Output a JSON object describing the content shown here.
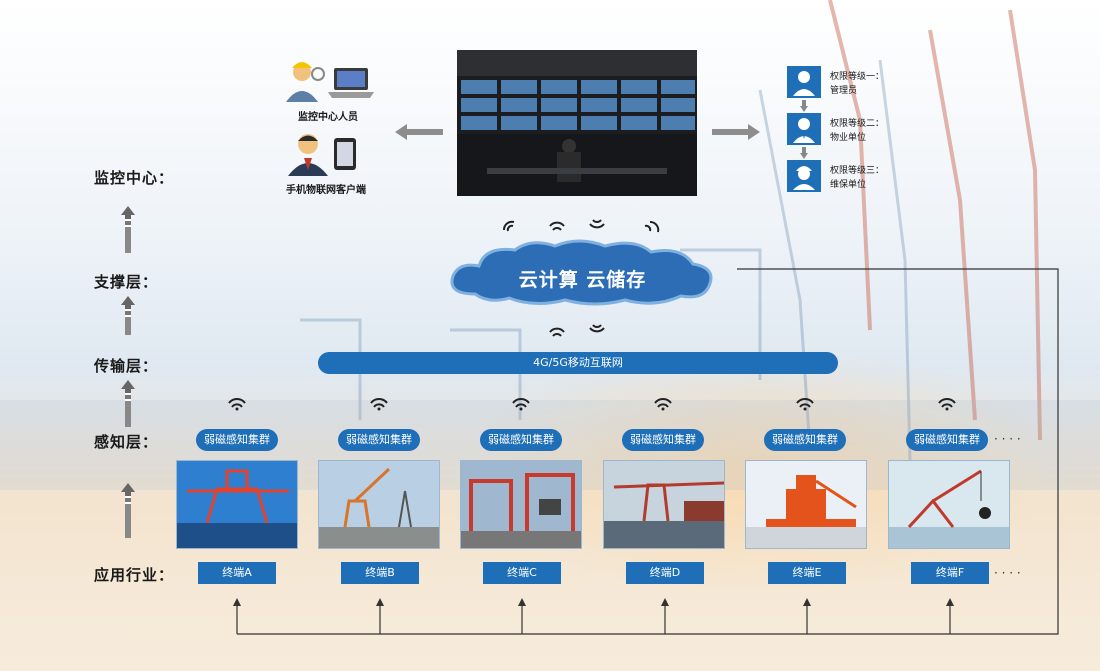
{
  "layers": {
    "monitor": "监控中心：",
    "support": "支撑层：",
    "transport": "传输层：",
    "sensing": "感知层：",
    "application": "应用行业："
  },
  "monitor_center": {
    "staff_label": "监控中心人员",
    "mobile_label": "手机物联网客户端"
  },
  "permissions": [
    {
      "level": "权限等级一：",
      "role": "管理员"
    },
    {
      "level": "权限等级二：",
      "role": "物业单位"
    },
    {
      "level": "权限等级三：",
      "role": "维保单位"
    }
  ],
  "cloud_label": "云计算  云储存",
  "network_label": "4G/5G移动互联网",
  "sensor_clusters": [
    "弱磁感知集群",
    "弱磁感知集群",
    "弱磁感知集群",
    "弱磁感知集群",
    "弱磁感知集群",
    "弱磁感知集群"
  ],
  "terminals": [
    "终端A",
    "终端B",
    "终端C",
    "终端D",
    "终端E",
    "终端F"
  ],
  "ellipsis": "· · · ·",
  "colors": {
    "accent": "#1f6fb8",
    "cloud": "#2c6db5"
  }
}
